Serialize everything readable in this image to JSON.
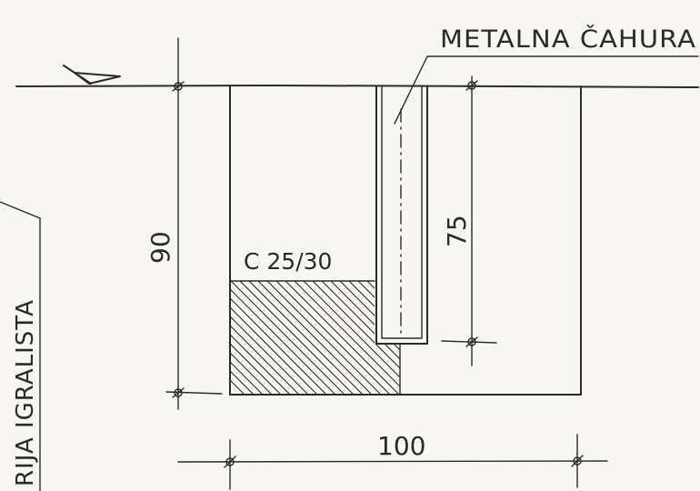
{
  "labels": {
    "sleeve": "METALNA ČAHURA",
    "concrete_class": "C 25/30",
    "depth_total": "90",
    "sleeve_depth": "75",
    "width": "100",
    "side_text": "RIJA IGRALISTA"
  },
  "colors": {
    "ink": "#2a2a2a",
    "paper": "#f7f6f2"
  }
}
